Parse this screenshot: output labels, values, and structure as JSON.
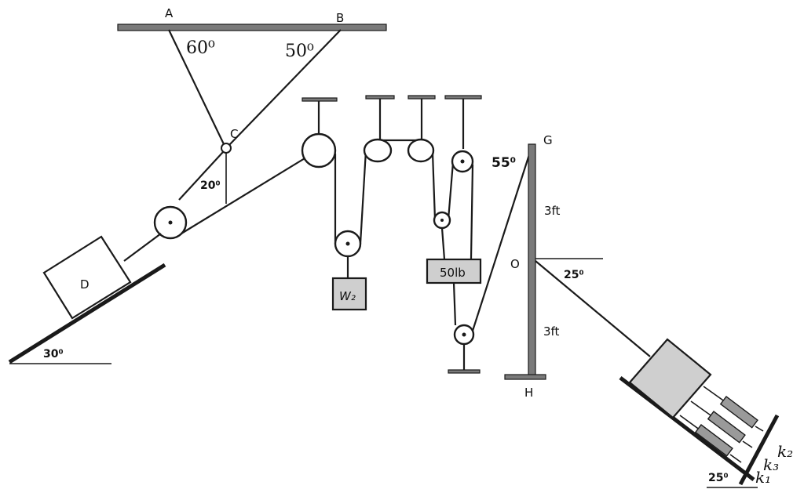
{
  "labels": {
    "point_a": "A",
    "point_b": "B",
    "point_c": "C",
    "point_g": "G",
    "point_o": "O",
    "point_h": "H",
    "angle_a": "60⁰",
    "angle_b": "50⁰",
    "angle_c": "20⁰",
    "angle_g": "55⁰",
    "angle_o": "25⁰",
    "angle_incline_left": "30⁰",
    "angle_incline_right": "25⁰",
    "length_go": "3ft",
    "length_oh": "3ft",
    "block_d": "D",
    "weight_w2": "W₂",
    "weight_50lb": "50lb",
    "spring_k1": "k₁",
    "spring_k2": "k₂",
    "spring_k3": "k₃"
  }
}
